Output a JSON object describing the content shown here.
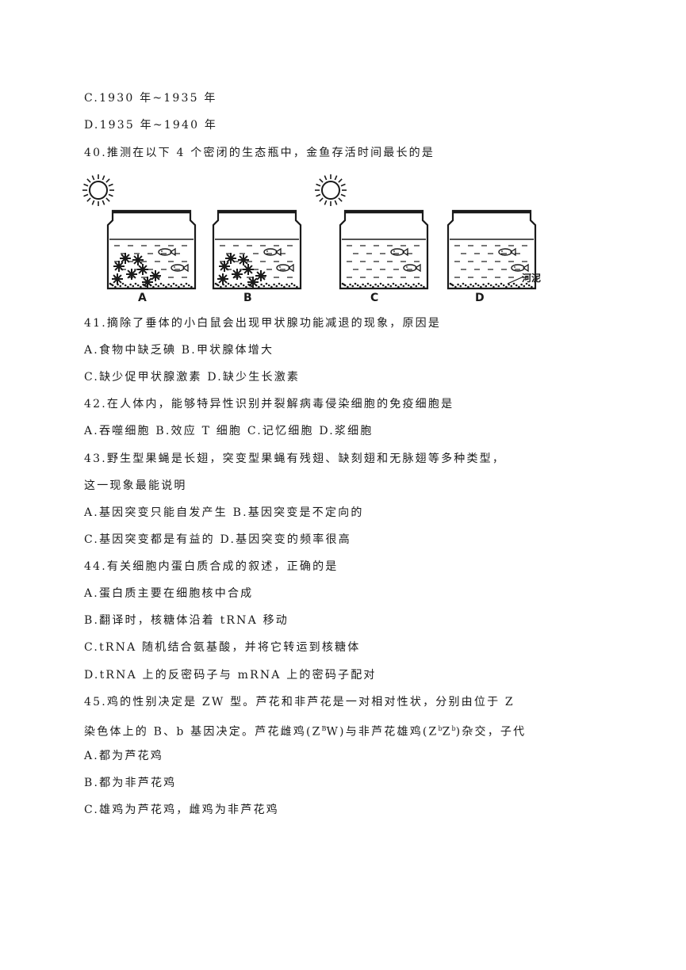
{
  "lines": [
    "C.1930 年~1935 年",
    "D.1935 年~1940 年",
    "40.推测在以下 4 个密闭的生态瓶中，金鱼存活时间最长的是",
    "41.摘除了垂体的小白鼠会出现甲状腺功能减退的现象，原因是",
    "A.食物中缺乏碘 B.甲状腺体增大",
    "C.缺少促甲状腺激素 D.缺少生长激素",
    "42.在人体内，能够特异性识别并裂解病毒侵染细胞的免疫细胞是",
    "A.吞噬细胞 B.效应 T 细胞 C.记忆细胞 D.浆细胞",
    "43.野生型果蝇是长翅，突变型果蝇有残翅、缺刻翅和无脉翅等多种类型，",
    "这一现象最能说明",
    "A.基因突变只能自发产生 B.基因突变是不定向的",
    "C.基因突变都是有益的 D.基因突变的频率很高",
    "44.有关细胞内蛋白质合成的叙述，正确的是",
    "A.蛋白质主要在细胞核中合成",
    "B.翻译时，核糖体沿着 tRNA 移动",
    "C.tRNA 随机结合氨基酸，并将它转运到核糖体",
    "D.tRNA 上的反密码子与 mRNA 上的密码子配对",
    "45.鸡的性别决定是 ZW 型。芦花和非芦花是一对相对性状，分别由位于 Z"
  ],
  "q45_line2": {
    "part1": "染色体上的 B、b 基因决定。芦花雌鸡(Z",
    "sup1": "B",
    "part2": "W)与非芦花雄鸡(Z",
    "sup2": "b",
    "part3": "Z",
    "sup3": "b",
    "part4": ")杂交，子代"
  },
  "options45": [
    "A.都为芦花鸡",
    "B.都为非芦花鸡",
    "C.雄鸡为芦花鸡，雌鸡为非芦花鸡"
  ],
  "figure": {
    "labels": [
      "A",
      "B",
      "C",
      "D"
    ],
    "mud_label": "河泥",
    "jars": [
      {
        "label": "A",
        "sun": true,
        "plants": true,
        "mud": true
      },
      {
        "label": "B",
        "sun": false,
        "plants": true,
        "mud": true
      },
      {
        "label": "C",
        "sun": true,
        "plants": false,
        "mud": true
      },
      {
        "label": "D",
        "sun": false,
        "plants": false,
        "mud": true
      }
    ]
  }
}
